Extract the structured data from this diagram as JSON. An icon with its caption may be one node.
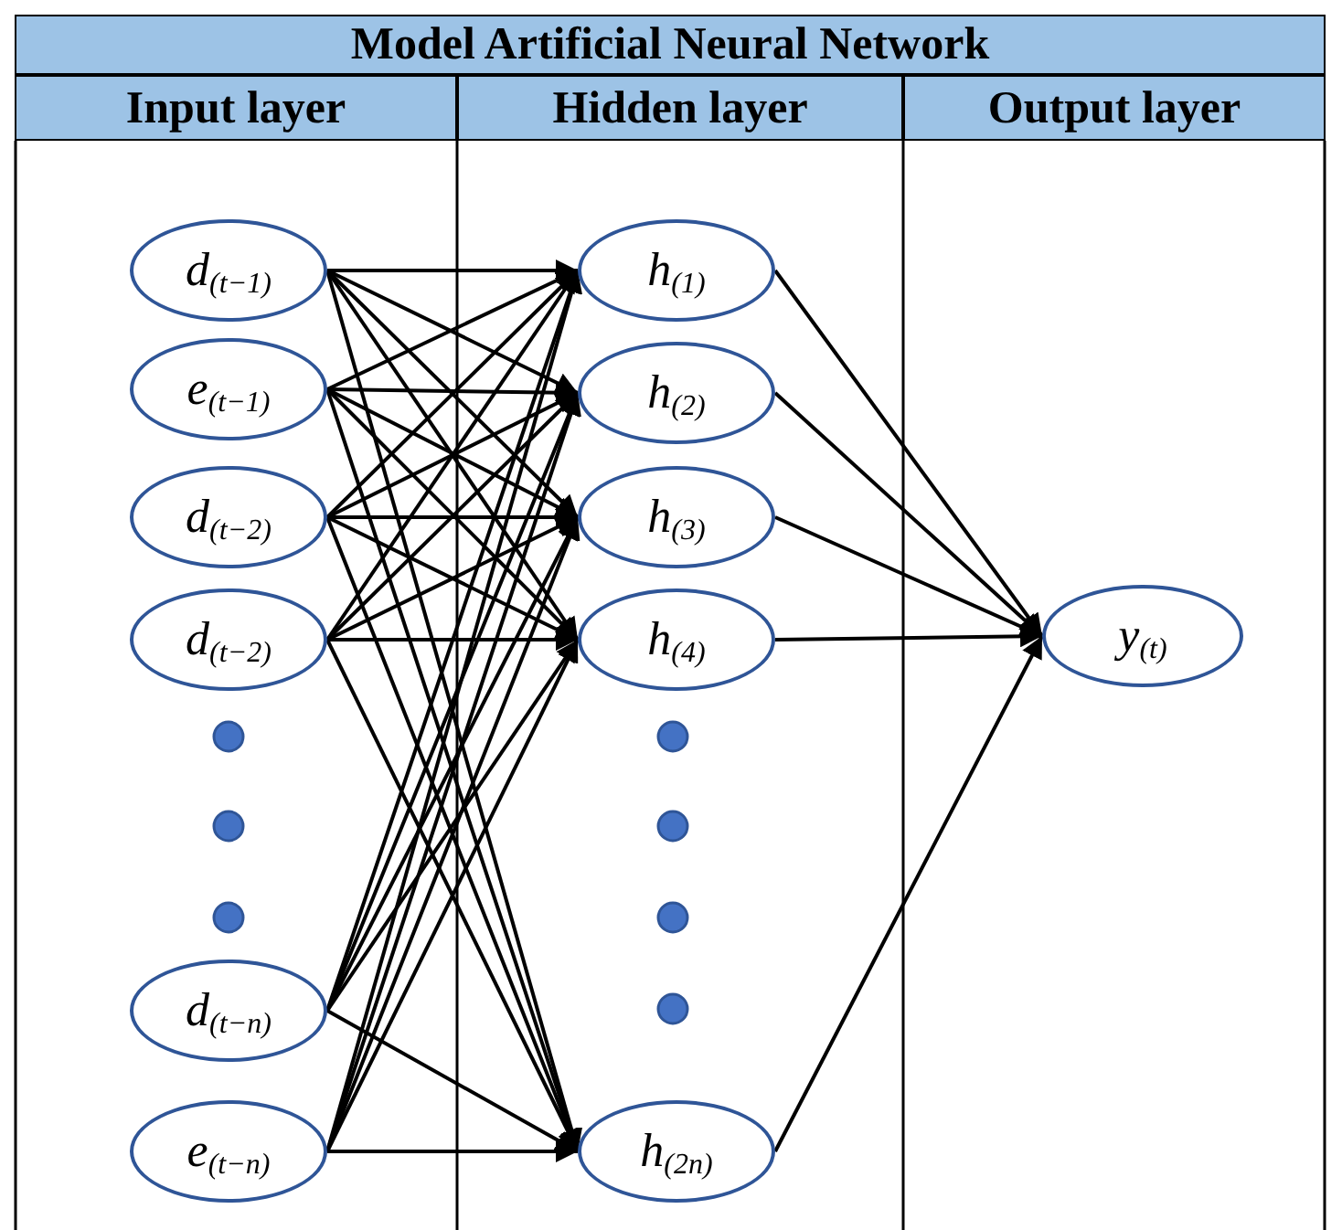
{
  "diagram": {
    "title": "Model Artificial Neural Network",
    "nodes": [
      {
        "text": [
          "d$_{(t−1)}$"
        ]
      },
      {
        "text": [
          "e$_{(t−1)}$"
        ]
      },
      {
        "text": [
          "d$_{(t−2)}$"
        ]
      },
      {
        "text": [
          "d$_{(t−2)}$"
        ]
      },
      {
        "text": [
          "d$_{(t−n)}$"
        ]
      },
      {
        "text": [
          "e$_{(t−n)}$"
        ]
      },
      {
        "text": [
          "h$_{(1)}$"
        ]
      },
      {
        "text": [
          "h$_{(2)}$"
        ]
      },
      {
        "text": [
          "h$_{(3)}$"
        ]
      },
      {
        "text": [
          "h$_{(4)}$"
        ]
      },
      {
        "text": [
          "h$_{(2n)}$"
        ]
      },
      {
        "text": [
          "y$_{(t)}$"
        ]
      }
    ],
    "edges": [
      {
        "from": 0,
        "to": 6,
        "arrow": "to"
      },
      {
        "from": 0,
        "to": 7,
        "arrow": "to"
      },
      {
        "from": 0,
        "to": 8,
        "arrow": "to"
      },
      {
        "from": 0,
        "to": 9,
        "arrow": "to"
      },
      {
        "from": 0,
        "to": 10,
        "arrow": "to"
      },
      {
        "from": 1,
        "to": 6,
        "arrow": "to"
      },
      {
        "from": 1,
        "to": 7,
        "arrow": "to"
      },
      {
        "from": 1,
        "to": 8,
        "arrow": "to"
      },
      {
        "from": 1,
        "to": 9,
        "arrow": "to"
      },
      {
        "from": 1,
        "to": 10,
        "arrow": "to"
      },
      {
        "from": 2,
        "to": 6,
        "arrow": "to"
      },
      {
        "from": 2,
        "to": 7,
        "arrow": "to"
      },
      {
        "from": 2,
        "to": 8,
        "arrow": "to"
      },
      {
        "from": 2,
        "to": 9,
        "arrow": "to"
      },
      {
        "from": 2,
        "to": 10,
        "arrow": "to"
      },
      {
        "from": 3,
        "to": 6,
        "arrow": "to"
      },
      {
        "from": 3,
        "to": 7,
        "arrow": "to"
      },
      {
        "from": 3,
        "to": 8,
        "arrow": "to"
      },
      {
        "from": 3,
        "to": 9,
        "arrow": "to"
      },
      {
        "from": 3,
        "to": 10,
        "arrow": "to"
      },
      {
        "from": 4,
        "to": 6,
        "arrow": "to"
      },
      {
        "from": 4,
        "to": 7,
        "arrow": "to"
      },
      {
        "from": 4,
        "to": 8,
        "arrow": "to"
      },
      {
        "from": 4,
        "to": 9,
        "arrow": "to"
      },
      {
        "from": 4,
        "to": 10,
        "arrow": "to"
      },
      {
        "from": 5,
        "to": 6,
        "arrow": "to"
      },
      {
        "from": 5,
        "to": 7,
        "arrow": "to"
      },
      {
        "from": 5,
        "to": 8,
        "arrow": "to"
      },
      {
        "from": 5,
        "to": 9,
        "arrow": "to"
      },
      {
        "from": 5,
        "to": 10,
        "arrow": "to"
      },
      {
        "from": 6,
        "to": 11,
        "arrow": "to"
      },
      {
        "from": 7,
        "to": 11,
        "arrow": "to"
      },
      {
        "from": 8,
        "to": 11,
        "arrow": "to"
      },
      {
        "from": 9,
        "to": 11,
        "arrow": "to"
      },
      {
        "from": 10,
        "to": 11,
        "arrow": "to"
      }
    ],
    "labels": [
      "Input layer",
      "Hidden layer",
      "Output layer"
    ]
  }
}
